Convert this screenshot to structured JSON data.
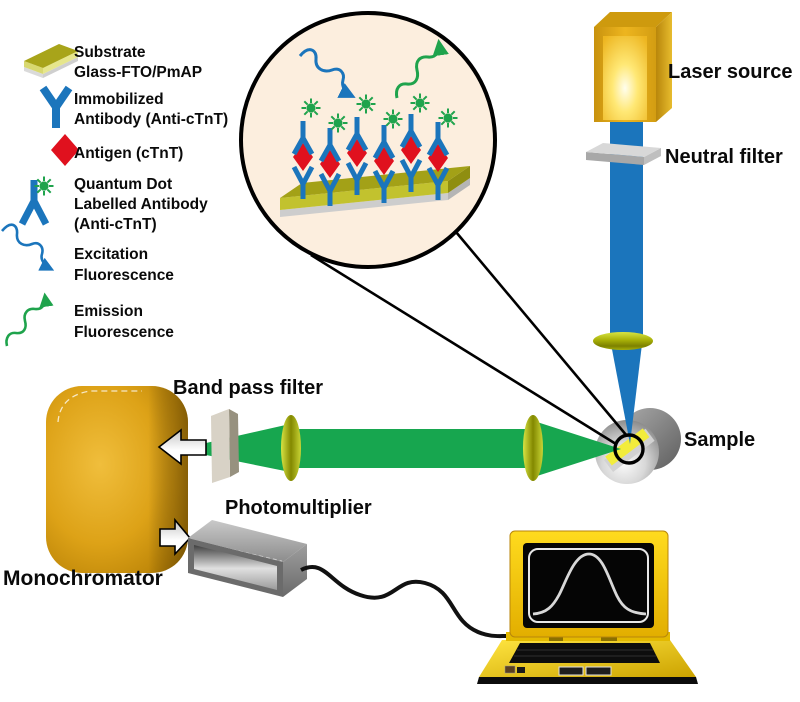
{
  "figure": {
    "kind": "fluorescence-immunoassay-setup-diagram"
  },
  "legend": {
    "items": [
      {
        "icon": "substrate-icon",
        "lines": [
          "Substrate",
          "Glass-FTO/PmAP"
        ]
      },
      {
        "icon": "antibody-icon",
        "lines": [
          "Immobilized",
          "Antibody (Anti-cTnT)"
        ]
      },
      {
        "icon": "antigen-icon",
        "lines": [
          "Antigen (cTnT)"
        ]
      },
      {
        "icon": "quantum-dot-antibody-icon",
        "lines": [
          "Quantum Dot",
          "Labelled Antibody",
          "(Anti-cTnT)"
        ]
      },
      {
        "icon": "excitation-arrow-icon",
        "lines": [
          "Excitation",
          "Fluorescence"
        ]
      },
      {
        "icon": "emission-arrow-icon",
        "lines": [
          "Emission",
          "Fluorescence"
        ]
      }
    ]
  },
  "labels": {
    "laser_source": "Laser source",
    "neutral_filter": "Neutral filter",
    "sample": "Sample",
    "band_pass_filter": "Band pass filter",
    "photomultiplier": "Photomultiplier",
    "monochromator": "Monochromator"
  },
  "colors": {
    "excitation_beam_blue": "#1B75BC",
    "emission_beam_green": "#17A64F",
    "antibody_blue": "#1B75BC",
    "antigen_red": "#E0111E",
    "quantum_dot_green": "#1FA34C",
    "gold_equipment": "#D9A018",
    "lens_olive": "#9AA005",
    "substrate_olive": "#A8A41A",
    "inset_background": "#FCEEDE",
    "background": "#FFFFFF"
  }
}
